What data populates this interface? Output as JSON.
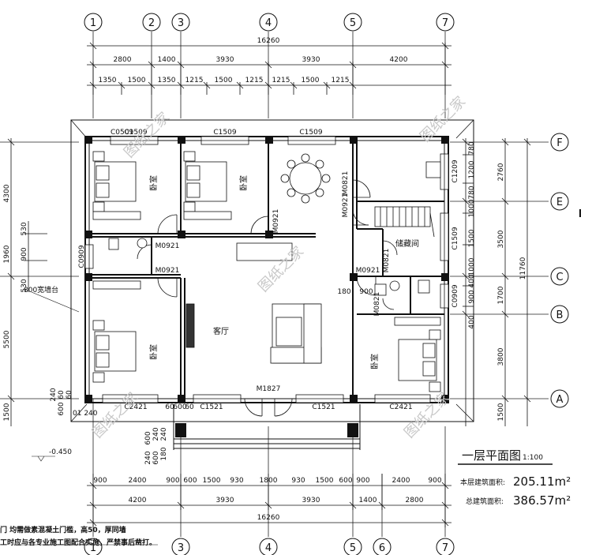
{
  "axes": {
    "top": [
      "1",
      "2",
      "3",
      "4",
      "5",
      "7"
    ],
    "bottom": [
      "1",
      "3",
      "4",
      "5",
      "6",
      "7"
    ],
    "right": [
      "F",
      "E",
      "C",
      "B",
      "A"
    ]
  },
  "dimensions": {
    "top_total": "16260",
    "top_row1": [
      "2800",
      "1400",
      "3930",
      "3930",
      "4200"
    ],
    "top_row2": [
      "1350",
      "1500",
      "1350",
      "1215",
      "1500",
      "1215",
      "1215",
      "1500",
      "1215"
    ],
    "bottom_row1": [
      "900",
      "2400",
      "900",
      "600",
      "1500",
      "930",
      "1800",
      "930",
      "1500",
      "600",
      "900",
      "2400",
      "900"
    ],
    "bottom_row2": [
      "4200",
      "3930",
      "3930",
      "1400",
      "2800"
    ],
    "bottom_total": "16260",
    "left": [
      "4300",
      "530",
      "1960",
      "900",
      "530",
      "5500",
      "1500"
    ],
    "right_inner": [
      "780",
      "1200",
      "780",
      "1000",
      "1500",
      "1000",
      "400",
      "900",
      "400"
    ],
    "right_mid": [
      "2760",
      "3500",
      "1700",
      "3800",
      "1500"
    ],
    "right_outer": "11760",
    "misc": [
      "180",
      "900",
      "240",
      "60",
      "600",
      "60",
      "240",
      "600",
      "240",
      "60",
      "60",
      "600",
      "180",
      "240",
      "600"
    ]
  },
  "rooms": {
    "bedroom": "卧室",
    "living_room": "客厅",
    "storage": "储藏间"
  },
  "openings": {
    "windows": [
      "C1509",
      "C1509",
      "C1509",
      "C1209",
      "C1509",
      "C0909",
      "C0909",
      "C2421",
      "C1521",
      "C1521",
      "C2421"
    ],
    "doors": [
      "M0921",
      "M0921",
      "M0921",
      "M0921",
      "M0821",
      "M0921",
      "M0821",
      "M0821",
      "M1827"
    ]
  },
  "annotations": {
    "sill_label": "800宽墙台",
    "elevation": "-0.450",
    "partial_window": "C0509",
    "partial_dim": "01 240",
    "note1": "门  均需做素混凝土门槛，高50，厚同墙",
    "note2": "工时应与各专业施工图配合实施，严禁事后凿打。"
  },
  "title": {
    "name": "一层平面图",
    "scale": "1:100",
    "floor_area_label": "本层建筑面积:",
    "floor_area_value": "205.11m²",
    "total_area_label": "总建筑面积:",
    "total_area_value": "386.57m²"
  },
  "watermark": "图纸之家"
}
